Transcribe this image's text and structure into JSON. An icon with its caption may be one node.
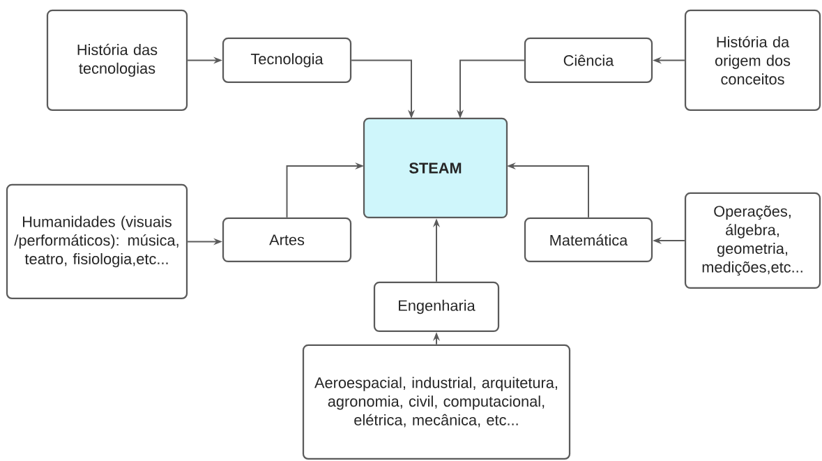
{
  "diagram": {
    "nodes": [
      {
        "text": [
          "História das tecnologias"
        ]
      },
      {
        "text": [
          "Tecnologia"
        ]
      },
      {
        "text": [
          "Ciência"
        ]
      },
      {
        "text": [
          "História da origem dos conceitos"
        ]
      },
      {
        "text": [
          "STEAM"
        ]
      },
      {
        "text": [
          "Humanidades (visuais /performáticos): música, teatro, fisiologia,etc..."
        ]
      },
      {
        "text": [
          "Artes"
        ]
      },
      {
        "text": [
          "Matemática"
        ]
      },
      {
        "text": [
          "Operações, álgebra, geometria, medições,etc..."
        ]
      },
      {
        "text": [
          "Engenharia"
        ]
      },
      {
        "text": [
          "Aeroespacial, industrial, arquitetura, agronomia, civil, computacional, elétrica, mecânica, etc..."
        ]
      }
    ],
    "edges": [
      {
        "from": 0,
        "to": 1,
        "arrow": "to"
      },
      {
        "from": 1,
        "to": 4,
        "arrow": "to"
      },
      {
        "from": 3,
        "to": 2,
        "arrow": "to"
      },
      {
        "from": 2,
        "to": 4,
        "arrow": "to"
      },
      {
        "from": 6,
        "to": 4,
        "arrow": "to"
      },
      {
        "from": 7,
        "to": 4,
        "arrow": "to"
      },
      {
        "from": 5,
        "to": 6,
        "arrow": "to"
      },
      {
        "from": 8,
        "to": 7,
        "arrow": "to"
      },
      {
        "from": 9,
        "to": 4,
        "arrow": "to"
      },
      {
        "from": 10,
        "to": 9,
        "arrow": "to"
      }
    ]
  }
}
